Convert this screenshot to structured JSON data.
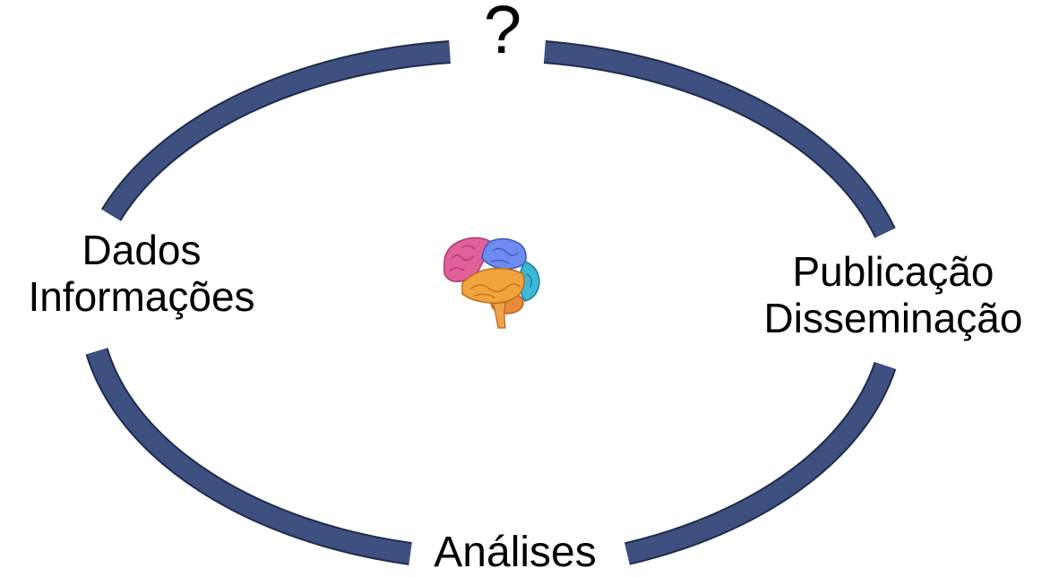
{
  "diagram": {
    "nodes": {
      "top": {
        "lines": [
          "?"
        ]
      },
      "left": {
        "lines": [
          "Dados",
          "Informações"
        ]
      },
      "right": {
        "lines": [
          "Publicação",
          "Disseminação"
        ]
      },
      "bottom": {
        "lines": [
          "Análises"
        ]
      }
    },
    "center_icon": "brain-icon",
    "colors": {
      "ring_fill": "#3d5080",
      "ring_stroke": "#1f2b4a",
      "text": "#000000",
      "background": "#ffffff"
    }
  }
}
